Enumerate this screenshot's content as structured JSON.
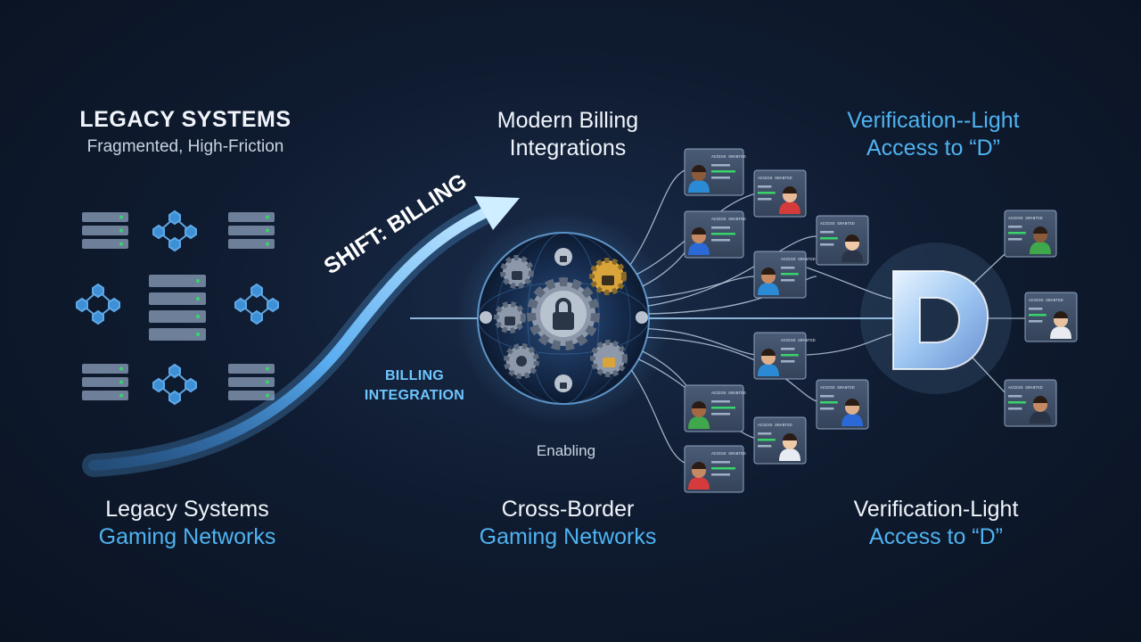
{
  "left": {
    "title": "LEGACY SYSTEMS",
    "subtitle": "Fragmented, High-Friction",
    "bottom_line1": "Legacy Systems",
    "bottom_line2": "Gaming Networks"
  },
  "arrow": {
    "label": "SHIFT: BILLING",
    "flow_label_line1": "BILLING",
    "flow_label_line2": "INTEGRATION"
  },
  "center": {
    "title_line1": "Modern Billing",
    "title_line2": "Integrations",
    "enabling": "Enabling",
    "bottom_line1": "Cross-Border",
    "bottom_line2": "Gaming Networks"
  },
  "right": {
    "title_line1": "Verification--Light",
    "title_line2": "Access to “D”",
    "bottom_line1": "Verification-Light",
    "bottom_line2": "Access to “D”",
    "letter": "D",
    "card_text": "ACCESS GRANTED"
  },
  "colors": {
    "accent": "#4fb3f0",
    "background": "#0f1b30",
    "node": "#3d8fd6",
    "card": "#3a4a62",
    "granted": "#39d36b"
  }
}
